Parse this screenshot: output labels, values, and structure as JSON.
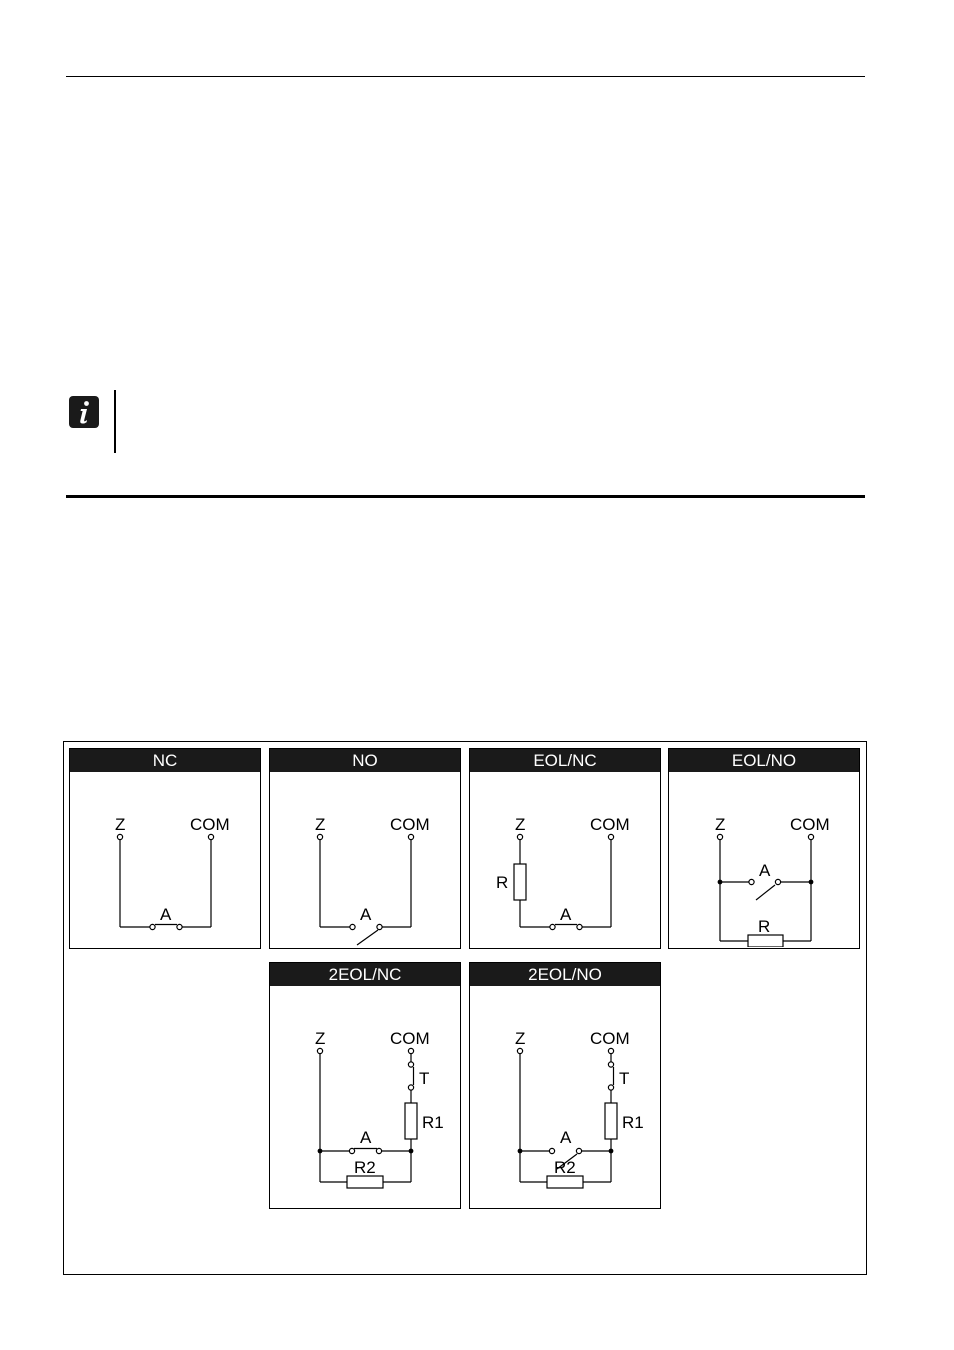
{
  "diagram": {
    "panels": [
      {
        "id": "nc",
        "title": "NC",
        "z": "Z",
        "com": "COM",
        "a": "A"
      },
      {
        "id": "no",
        "title": "NO",
        "z": "Z",
        "com": "COM",
        "a": "A"
      },
      {
        "id": "eolnc",
        "title": "EOL/NC",
        "z": "Z",
        "com": "COM",
        "a": "A",
        "r": "R"
      },
      {
        "id": "eolno",
        "title": "EOL/NO",
        "z": "Z",
        "com": "COM",
        "a": "A",
        "r": "R"
      },
      {
        "id": "2eolnc",
        "title": "2EOL/NC",
        "z": "Z",
        "com": "COM",
        "a": "A",
        "t": "T",
        "r1": "R1",
        "r2": "R2"
      },
      {
        "id": "2eolno",
        "title": "2EOL/NO",
        "z": "Z",
        "com": "COM",
        "a": "A",
        "t": "T",
        "r1": "R1",
        "r2": "R2"
      }
    ],
    "colors": {
      "header_bg": "#1a1a1a",
      "header_text": "#ffffff",
      "line": "#000000"
    }
  }
}
